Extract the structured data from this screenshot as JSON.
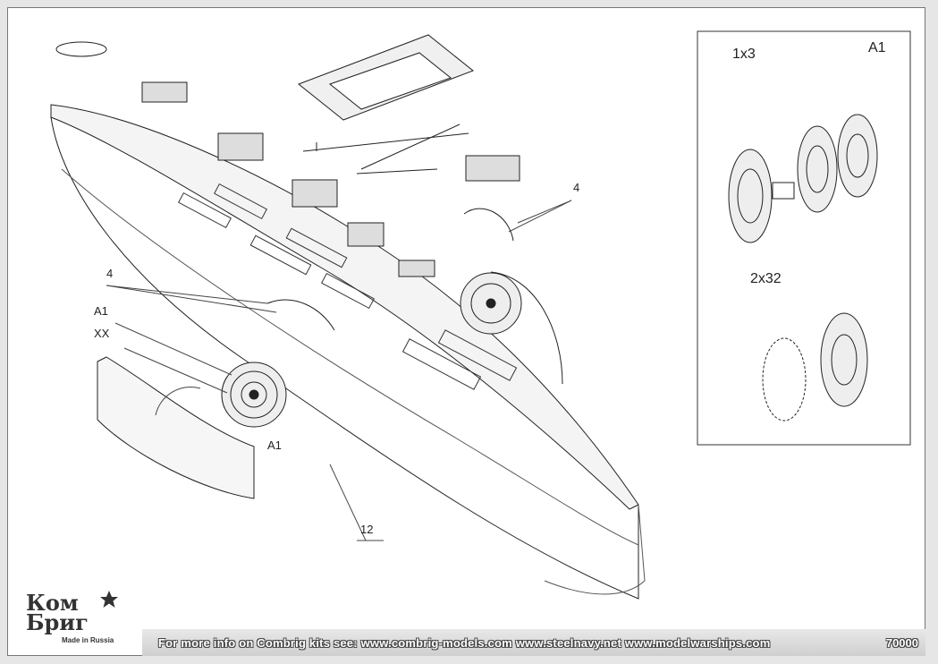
{
  "callouts": {
    "a1_inset": "A1",
    "qty_1x3": "1x3",
    "qty_2x32": "2x32",
    "part_4_right": "4",
    "part_4_left": "4",
    "part_a1_left": "A1",
    "part_xx": "XX",
    "part_a1_wheel": "A1",
    "part_12": "12"
  },
  "footer": {
    "info": "For more info on Combrig kits see: www.combrig-models.com www.steelnavy.net  www.modelwarships.com",
    "catalog_number": "70000"
  },
  "logo": {
    "wordmark": "Ком\nБриг",
    "made_in": "Made in Russia"
  },
  "colors": {
    "line": "#222222",
    "sheet": "#ffffff",
    "footer_band": "#d6d6d6"
  }
}
